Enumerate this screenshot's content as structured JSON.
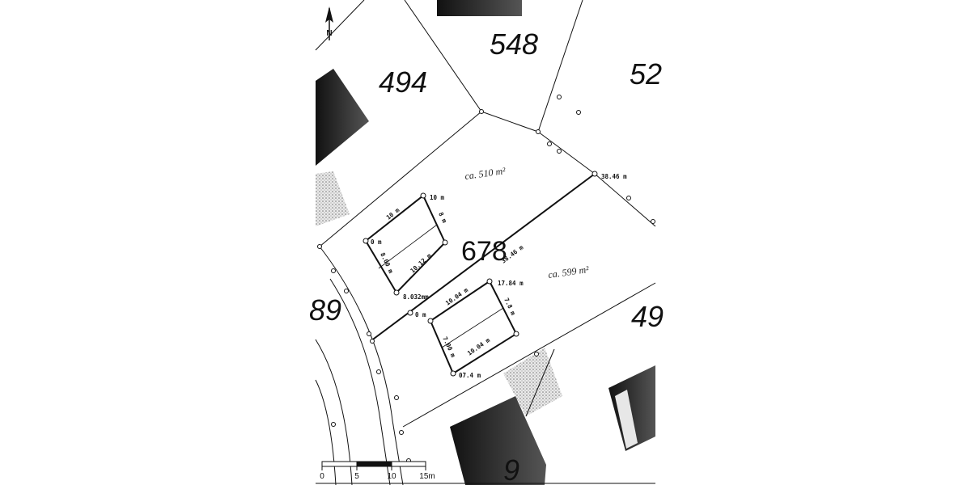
{
  "parcels": {
    "p548": "548",
    "p494": "494",
    "p52": "52",
    "p678": "678",
    "p89": "89",
    "p49": "49",
    "p9": "9"
  },
  "areas": {
    "upper": "ca. 510 m²",
    "lower": "ca. 599 m²"
  },
  "dimensions": {
    "corner_top": "38.46 m",
    "line_diag": "38.46 m",
    "b1_width": "10 m",
    "b1_right": "10 m",
    "b1_right_side": "8 m",
    "b1_left": "0 m",
    "b1_left_side": "8.00 m",
    "b1_bottom": "10.12 m",
    "b1_corner_bottom": "8.032mm",
    "b2_top": "10.04 m",
    "b2_corner_top": "17.84 m",
    "b2_right_side": "7.8 m",
    "b2_left": "0 m",
    "b2_left_side": "7.00 m",
    "b2_bottom": "10.04 m",
    "b2_corner_bottom": "07.4 m"
  },
  "scale": {
    "t0": "0",
    "t5": "5",
    "t10": "10",
    "t15": "15m"
  },
  "north": "N",
  "colors": {
    "ink": "#111111",
    "building_fill": "#2a2a2a",
    "hatch": "#bdbdbd"
  }
}
